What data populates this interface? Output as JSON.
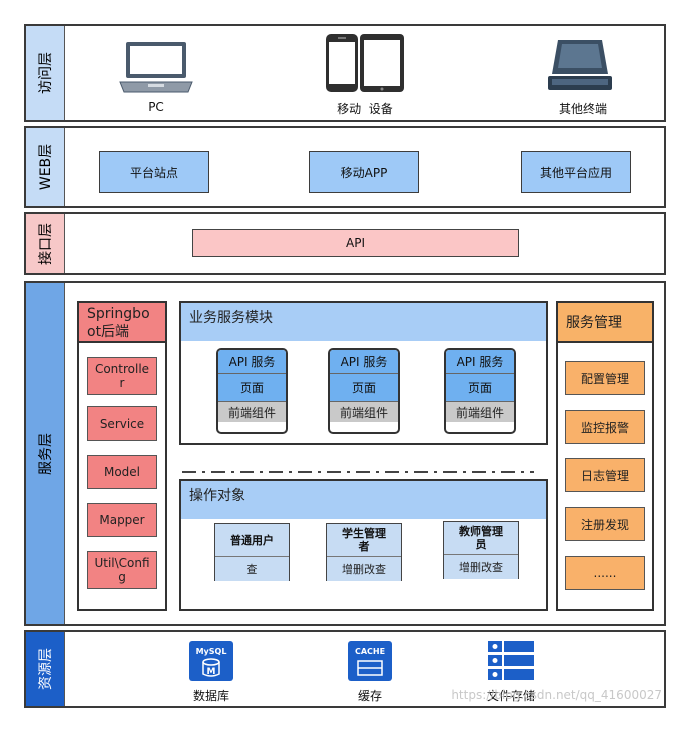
{
  "layers": {
    "access": {
      "label": "访问层",
      "devices": [
        {
          "icon": "laptop-icon",
          "label": "PC"
        },
        {
          "icon": "mobile-devices-icon",
          "label": "移动  设备"
        },
        {
          "icon": "terminal-icon",
          "label": "其他终端"
        }
      ]
    },
    "web": {
      "label": "WEB层",
      "items": [
        "平台站点",
        "移动APP",
        "其他平台应用"
      ]
    },
    "interface": {
      "label": "接口层",
      "api": "API"
    },
    "service": {
      "label": "服务层",
      "springboot": {
        "title": "Springboot后端",
        "items": [
          "Controller",
          "Service",
          "Model",
          "Mapper",
          "Util\\Config"
        ]
      },
      "business": {
        "title": "业务服务模块",
        "apis": [
          {
            "top": "API 服务",
            "mid": "页面",
            "bottom": "前端组件"
          },
          {
            "top": "API 服务",
            "mid": "页面",
            "bottom": "前端组件"
          },
          {
            "top": "API 服务",
            "mid": "页面",
            "bottom": "前端组件"
          }
        ]
      },
      "operation": {
        "title": "操作对象",
        "objects": [
          {
            "name": "普通用户",
            "action": "查"
          },
          {
            "name": "学生管理者",
            "action": "增删改查"
          },
          {
            "name": "教师管理员",
            "action": "增删改查"
          }
        ]
      },
      "management": {
        "title": "服务管理",
        "items": [
          "配置管理",
          "监控报警",
          "日志管理",
          "注册发现",
          "......"
        ]
      }
    },
    "resource": {
      "label": "资源层",
      "items": [
        {
          "icon": "mysql-icon",
          "badge": "MySQL",
          "label": "数据库"
        },
        {
          "icon": "cache-icon",
          "badge": "CACHE",
          "label": "缓存"
        },
        {
          "icon": "file-storage-icon",
          "label": "文件存储"
        }
      ]
    }
  },
  "watermark": "https://blog.csdn.net/qq_41600027",
  "colors": {
    "blue_box": "#9ec9f7",
    "api_pink": "#fbc6c6",
    "springboot_red": "#f28383",
    "mgmt_orange": "#f9b16a",
    "resource_blue": "#1c5fc8"
  }
}
